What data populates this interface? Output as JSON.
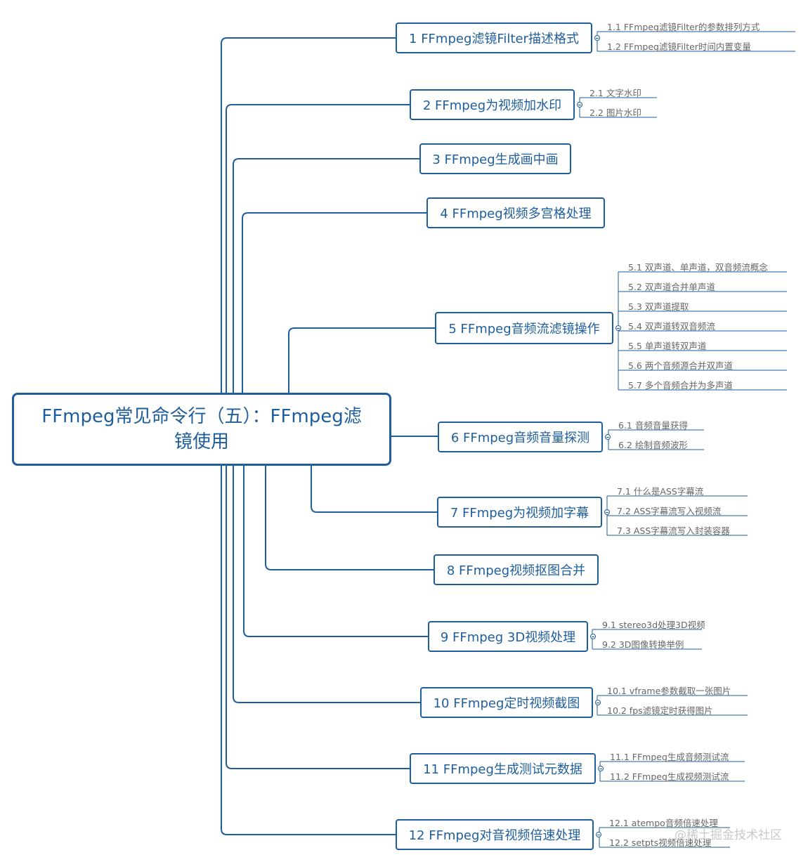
{
  "root": {
    "title": "FFmpeg常见命令行（五）：FFmpeg滤镜使用"
  },
  "topics": [
    {
      "label": "1 FFmpeg滤镜Filter描述格式",
      "children": [
        "1.1 FFmpeg滤镜Filter的参数排列方式",
        "1.2 FFmpeg滤镜Filter时间内置变量"
      ]
    },
    {
      "label": "2 FFmpeg为视频加水印",
      "children": [
        "2.1 文字水印",
        "2.2 图片水印"
      ]
    },
    {
      "label": "3 FFmpeg生成画中画",
      "children": []
    },
    {
      "label": "4 FFmpeg视频多宫格处理",
      "children": []
    },
    {
      "label": "5 FFmpeg音频流滤镜操作",
      "children": [
        "5.1 双声道、单声道，双音频流概念",
        "5.2 双声道合并单声道",
        "5.3 双声道提取",
        "5.4 双声道转双音频流",
        "5.5 单声道转双声道",
        "5.6 两个音频源合并双声道",
        "5.7 多个音频合并为多声道"
      ]
    },
    {
      "label": "6 FFmpeg音频音量探测",
      "children": [
        "6.1 音频音量获得",
        "6.2 绘制音频波形"
      ]
    },
    {
      "label": "7 FFmpeg为视频加字幕",
      "children": [
        "7.1 什么是ASS字幕流",
        "7.2 ASS字幕流写入视频流",
        "7.3 ASS字幕流写入封装容器"
      ]
    },
    {
      "label": "8 FFmpeg视频抠图合并",
      "children": []
    },
    {
      "label": "9 FFmpeg 3D视频处理",
      "children": [
        "9.1 stereo3d处理3D视频",
        "9.2 3D图像转换举例"
      ]
    },
    {
      "label": "10 FFmpeg定时视频截图",
      "children": [
        "10.1 vframe参数截取一张图片",
        "10.2 fps滤镜定时获得图片"
      ]
    },
    {
      "label": "11 FFmpeg生成测试元数据",
      "children": [
        "11.1 FFmpeg生成音频测试流",
        "11.2 FFmpeg生成视频测试流"
      ]
    },
    {
      "label": "12 FFmpeg对音视频倍速处理",
      "children": [
        "12.1 atempo音频倍速处理",
        "12.2 setpts视频倍速处理"
      ]
    }
  ],
  "watermark": "@稀土掘金技术社区",
  "colors": {
    "line": "#1f5e9c",
    "subline": "#1f5e9c",
    "subtext": "#666666"
  }
}
